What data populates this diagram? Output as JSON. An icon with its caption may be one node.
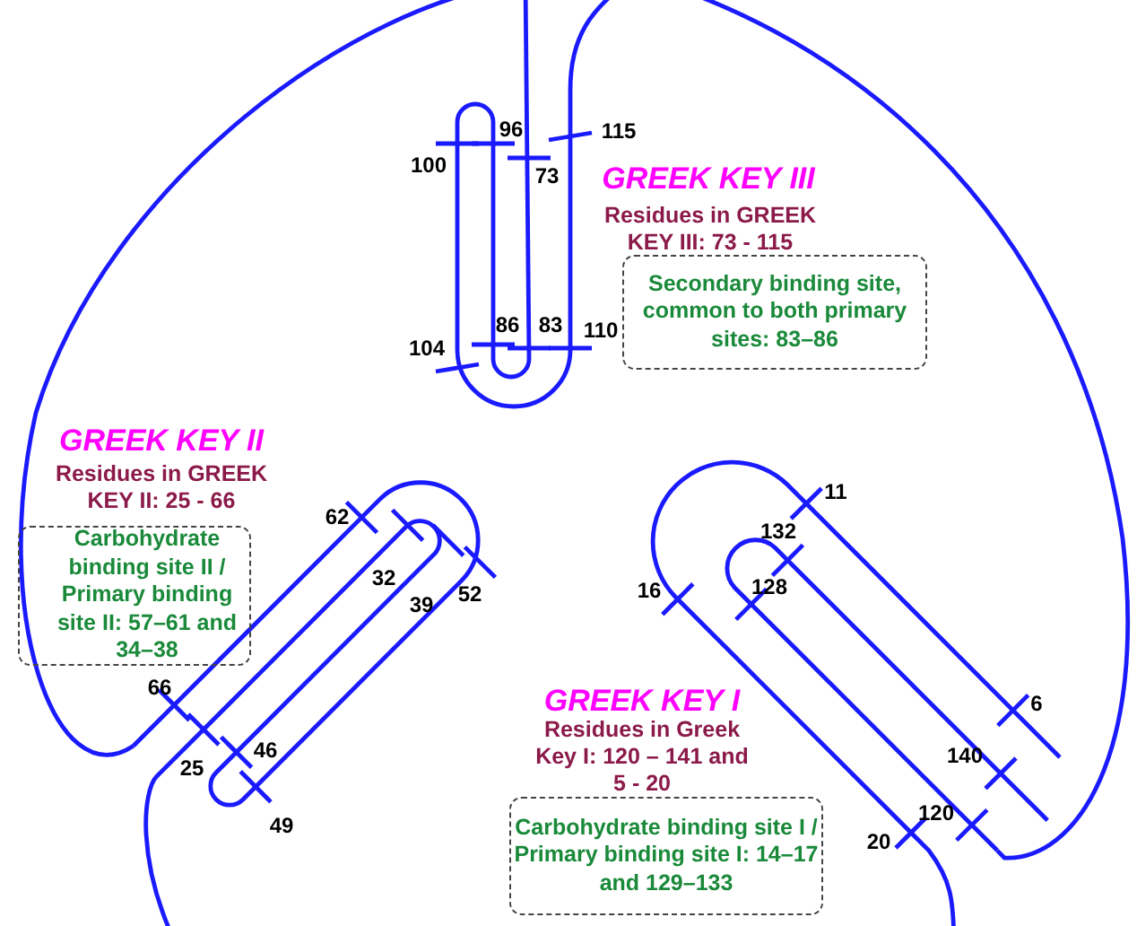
{
  "diagram": {
    "nodes": [
      {
        "text": [
          "Secondary binding site, common to both primary sites: 83–86"
        ]
      },
      {
        "text": [
          "Carbohydrate binding site II / Primary binding site II: 57–61 and 34–38"
        ]
      },
      {
        "text": [
          "Carbohydrate binding site I / Primary binding site I: 14–17 and 129–133"
        ]
      }
    ],
    "labels": [
      "96",
      "115",
      "100",
      "73",
      "GREEK KEY III",
      "Residues in GREEK KEY III: 73 - 115",
      "86",
      "83",
      "110",
      "104",
      "GREEK KEY II",
      "Residues in GREEK KEY II: 25 - 66",
      "11",
      "62",
      "132",
      "32",
      "52",
      "16",
      "128",
      "39",
      "66",
      "GREEK KEY I",
      "6",
      "46",
      "Residues in Greek Key I: 120 – 141 and 5 - 20",
      "140",
      "25",
      "120",
      "49",
      "20"
    ]
  }
}
